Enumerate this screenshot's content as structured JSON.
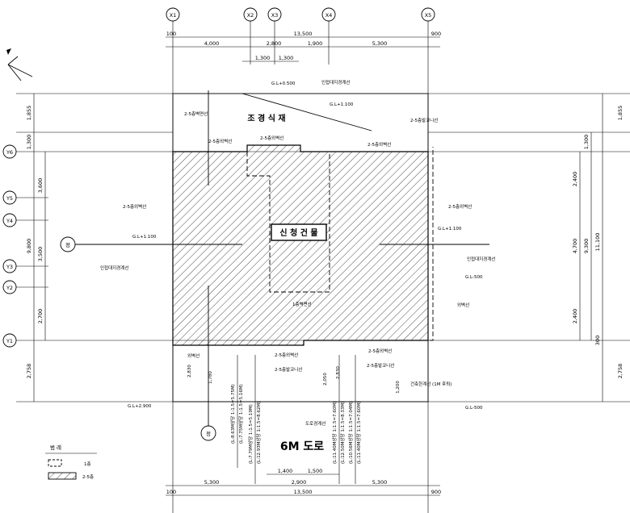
{
  "grid": {
    "x_labels": [
      "X1",
      "X2",
      "X3",
      "X4",
      "X5"
    ],
    "y_labels": [
      "Y6",
      "Y5",
      "Y4",
      "Y3",
      "Y2",
      "Y1"
    ]
  },
  "dims_top": {
    "total": "13,500",
    "edge_left": "100",
    "edge_right": "900",
    "row1": [
      "4,000",
      "2,800",
      "1,900",
      "5,300"
    ],
    "row2": [
      "1,300",
      "1,300"
    ]
  },
  "dims_bottom": {
    "row1": [
      "1,400",
      "1,500"
    ],
    "mid": "2,900",
    "row2": [
      "5,300",
      "5,300"
    ],
    "total": "13,500",
    "edge_left": "100",
    "edge_right": "900"
  },
  "dims_left": [
    "1,855",
    "1,300",
    "3,600",
    "9,800",
    "3,500",
    "2,700",
    "2,758"
  ],
  "dims_right": [
    "1,855",
    "1,300",
    "2,400",
    "4,700",
    "9,300",
    "11,100",
    "2,400",
    "300",
    "2,758"
  ],
  "dims_inner": [
    "2,830",
    "1,780",
    "2,050",
    "2,830",
    "1,200"
  ],
  "labels": {
    "landscape": "조 경 식 재",
    "building": "신 청 건 물",
    "road": "6M  도로",
    "road_boundary": "도로경계선",
    "adjacent_boundary": "인접대지경계선",
    "building_line": "건축한계선 (1M 후퇴)",
    "setback_line_a": "2-5층벽면선",
    "setback_line_b": "2-5층외벽선",
    "setback_line_c": "2-5층발코니선",
    "setback_line_d": "1층벽면선",
    "wall_line": "외벽선",
    "fire_line": "외벽선"
  },
  "levels": [
    "G.L+0.500",
    "G.L+1.100",
    "G.L+1.100",
    "G.L-500",
    "G.L+2.900",
    "G.L-500",
    "G.L+1.100"
  ],
  "slope_notes": [
    "(L:8.63M상당 1:1.5=5.75M)",
    "(L:7.75M상당 1:1.5=5.16M)",
    "(L:7.79M상당 1:1.5=5.19M)",
    "(L:12.93M상당 1:1.5=8.62M)",
    "(L:11.40M상당 1:1.5=7.60M)",
    "(L:12.50M상당 1:1.5=8.33M)",
    "(L:10.56M상당 1:1.5=7.04M)",
    "(L:11.40M상당 1:1.5=7.60M)"
  ],
  "legend": {
    "title": "범 례",
    "items": [
      {
        "label": "1층"
      },
      {
        "label": "2-5층"
      }
    ]
  },
  "north_marker": "정"
}
